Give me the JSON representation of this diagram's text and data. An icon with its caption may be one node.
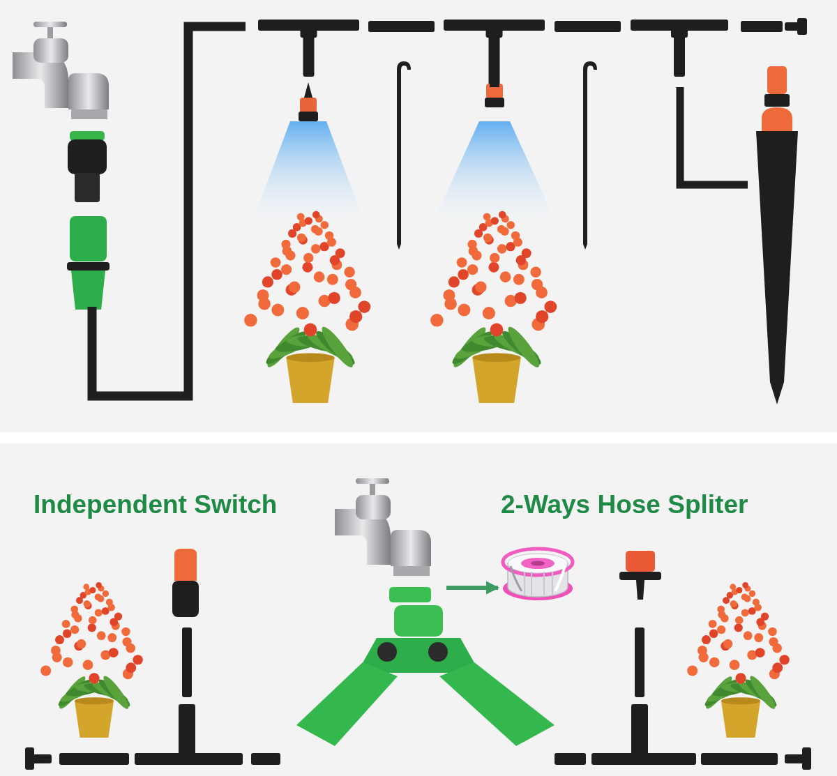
{
  "diagram": {
    "nodes": [
      {
        "text": [],
        "shape": "picture"
      },
      {
        "text": [],
        "shape": "picture"
      }
    ],
    "edges": [
      {
        "from": 0,
        "to": 1,
        "arrow": "to"
      }
    ],
    "labels": [
      "Independent Switch",
      "2-Ways Hose Spliter"
    ]
  }
}
